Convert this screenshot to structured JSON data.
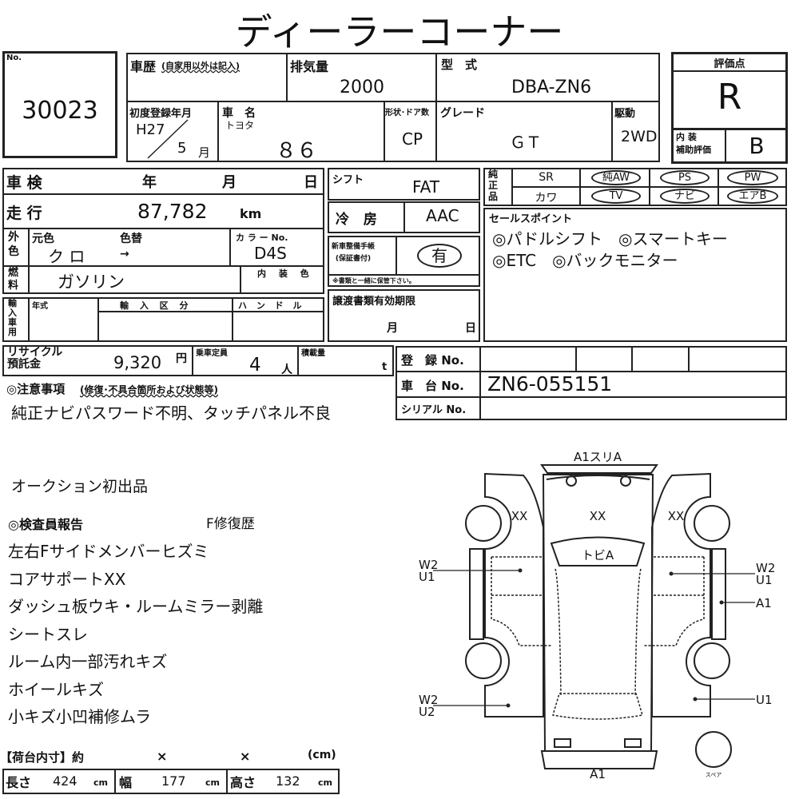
{
  "title": "ディーラーコーナー",
  "lot": {
    "no_label": "No.",
    "no": "30023"
  },
  "history": {
    "label": "車歴",
    "note": "(自家用以外は記入)"
  },
  "displacement": {
    "label": "排気量",
    "value": "2000"
  },
  "model_code": {
    "label": "型　式",
    "value": "DBA-ZN6"
  },
  "first_reg": {
    "label": "初度登録年月",
    "year": "H27",
    "month": "5",
    "month_unit": "月"
  },
  "car_name": {
    "label": "車　名",
    "maker": "トヨタ",
    "value": "８６"
  },
  "body": {
    "label": "形状･ドア数",
    "value": "CP"
  },
  "grade": {
    "label": "グレード",
    "value": "ＧＴ"
  },
  "drive": {
    "label": "駆動",
    "value": "2WD"
  },
  "score": {
    "label": "評価点",
    "value": "R",
    "interior_label": "内 装\n補助評価",
    "interior_value": "B"
  },
  "inspection": {
    "label": "車 検",
    "year": "年",
    "month": "月",
    "day": "日"
  },
  "mileage": {
    "label": "走 行",
    "value": "87,782",
    "unit": "km"
  },
  "color": {
    "side_label": "外色",
    "orig_label": "元色",
    "change_label": "色替",
    "orig": "ク ロ",
    "arrow": "→",
    "code_label": "カ ラ ー No.",
    "code": "D4S"
  },
  "fuel": {
    "side_label": "燃料",
    "value": "ガソリン",
    "interior_color_label": "内 装 色"
  },
  "import": {
    "side_label": "輸入車用",
    "year_label": "年式",
    "class_label": "輸 入 区 分",
    "handle_label": "ハ ン ド ル"
  },
  "shift": {
    "label": "シフト",
    "value": "FAT"
  },
  "ac": {
    "label": "冷 房",
    "value": "AAC"
  },
  "manual": {
    "label": "新車整備手帳\n(保証書付)",
    "value": "有",
    "note": "※書類と一緒に保管下さい。"
  },
  "transfer": {
    "label": "譲渡書類有効期限",
    "month": "月",
    "day": "日"
  },
  "equipment": {
    "label": "純正品",
    "items": [
      {
        "label": "SR",
        "circled": false
      },
      {
        "label": "純AW",
        "circled": true
      },
      {
        "label": "PS",
        "circled": true
      },
      {
        "label": "PW",
        "circled": true
      },
      {
        "label": "カワ",
        "circled": false
      },
      {
        "label": "TV",
        "circled": true
      },
      {
        "label": "ナビ",
        "circled": true
      },
      {
        "label": "エアB",
        "circled": true
      }
    ]
  },
  "sales_points": {
    "label": "セールスポイント",
    "line1": "◎パドルシフト　◎スマートキー",
    "line2": "◎ETC　◎バックモニター"
  },
  "recycle": {
    "label": "リサイクル\n預託金",
    "value": "9,320",
    "unit": "円"
  },
  "capacity": {
    "label": "乗車定員",
    "value": "4",
    "unit": "人"
  },
  "load": {
    "label": "積載量",
    "unit": "t"
  },
  "registration": {
    "reg_label": "登　録 No.",
    "chassis_label": "車　台 No.",
    "chassis": "ZN6-055151",
    "serial_label": "シリアル No."
  },
  "notes": {
    "label": "◎注意事項",
    "sub": "(修復･不具合箇所および状態等)",
    "text": "純正ナビパスワード不明、タッチパネル不良"
  },
  "report": {
    "first": "オークション初出品",
    "inspector_label": "◎検査員報告",
    "repair": "F修復歴",
    "lines": [
      "左右Fサイドメンバーヒズミ",
      "コアサポートXX",
      "ダッシュ板ウキ・ルームミラー剥離",
      "シートスレ",
      "ルーム内一部汚れキズ",
      "ホイールキズ",
      "小キズ小凹補修ムラ"
    ]
  },
  "cargo": {
    "label": "【荷台内寸】約",
    "x1": "×",
    "x2": "×",
    "unit_paren": "(cm)",
    "length_label": "長さ",
    "length": "424",
    "width_label": "幅",
    "width": "177",
    "height_label": "高さ",
    "height": "132",
    "unit": "cm"
  },
  "diagram": {
    "rear": "A1スリA",
    "front": "A1",
    "left_door": "XX",
    "roof": "XX",
    "right_door": "XX",
    "windshield": "トビA",
    "left_front_a": "W2",
    "left_front_b": "U1",
    "right_front_a": "W2",
    "right_front_b": "U1",
    "right_sill": "A1",
    "left_rear_a": "W2",
    "left_rear_b": "U2",
    "right_rear": "U1",
    "spare": "スペア"
  }
}
